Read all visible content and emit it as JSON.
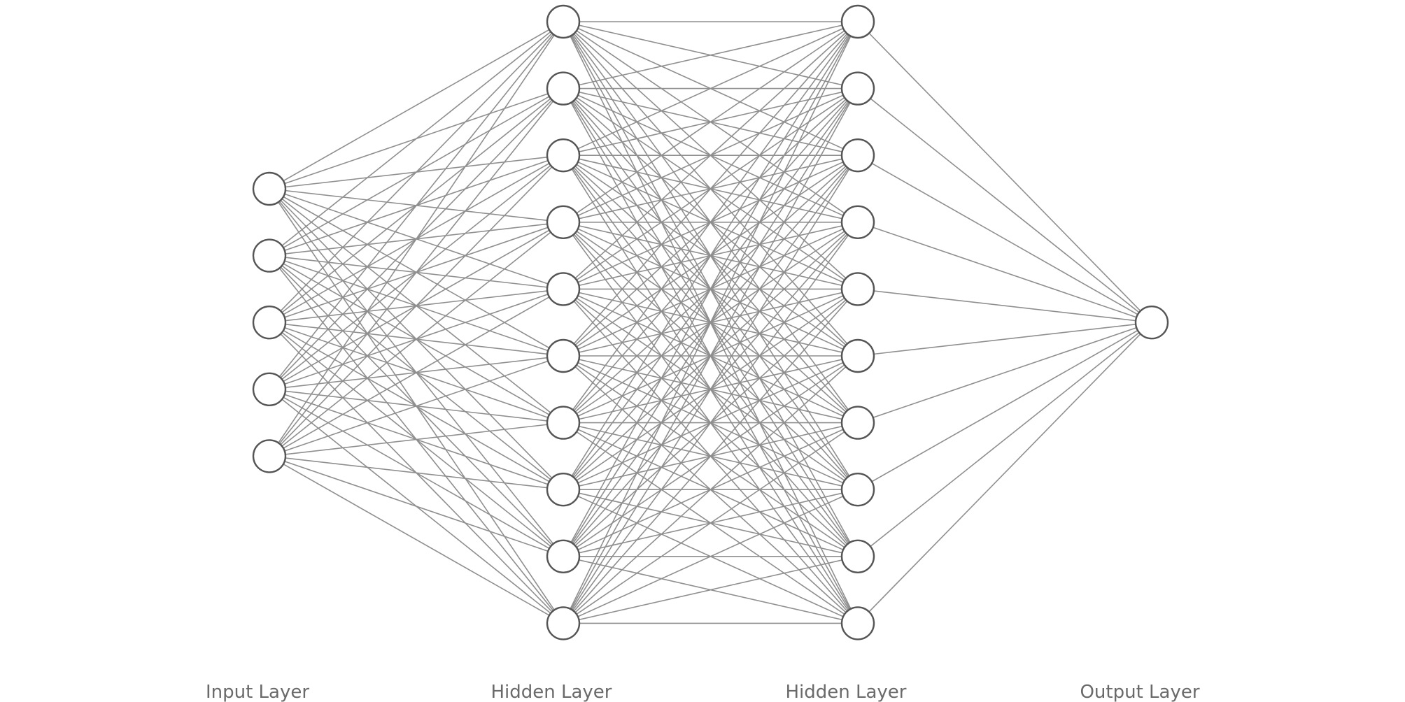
{
  "diagram": {
    "type": "feedforward-neural-network",
    "layers": [
      {
        "label": "Input Layer",
        "nodes": 5
      },
      {
        "label": "Hidden Layer",
        "nodes": 10
      },
      {
        "label": "Hidden Layer",
        "nodes": 10
      },
      {
        "label": "Output Layer",
        "nodes": 1
      }
    ],
    "connectivity": "fully-connected",
    "colors": {
      "edge": "#8f8f8f",
      "node_stroke": "#555555",
      "node_fill": "#ffffff",
      "label": "#6a6a6a"
    }
  }
}
